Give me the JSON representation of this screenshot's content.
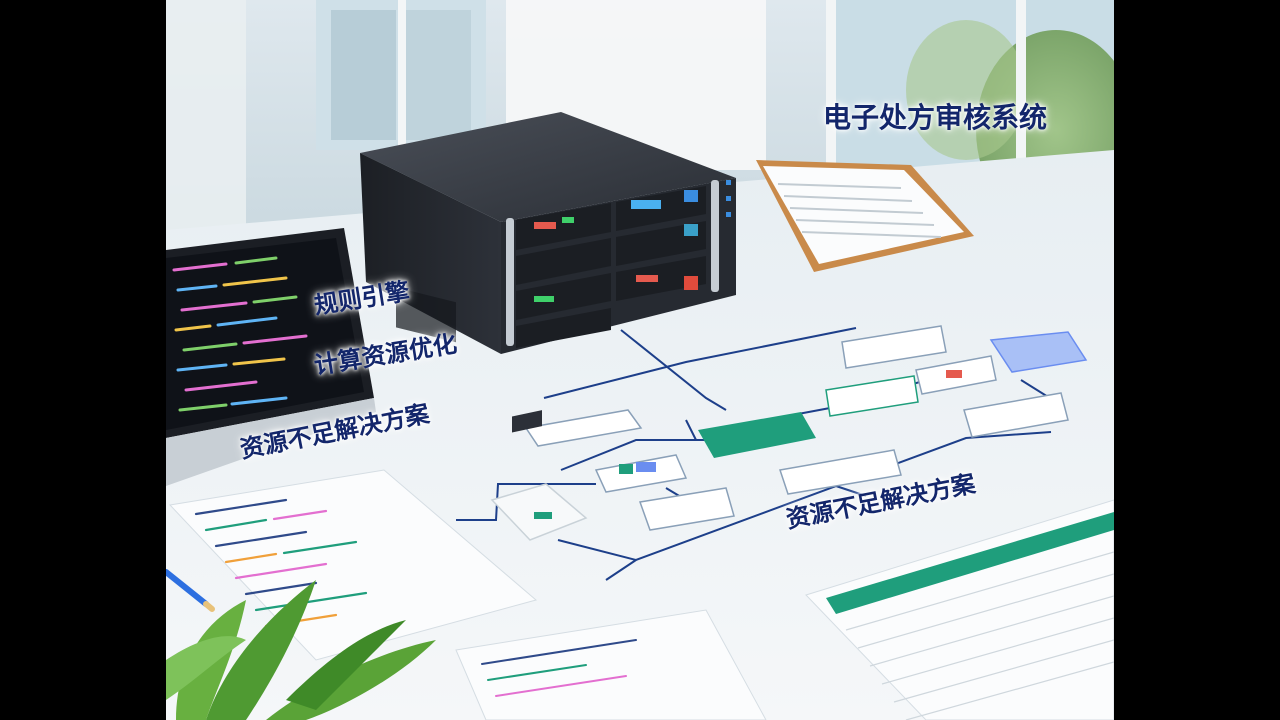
{
  "scene": {
    "title": "电子处方审核系统",
    "labels": {
      "rule_engine": "规则引擎",
      "compute_optimization": "计算资源优化",
      "solution_left": "资源不足解决方案",
      "solution_right": "资源不足解决方案"
    },
    "colors": {
      "label_text": "#13266b",
      "flow_line": "#1d3f8a",
      "accent_green": "#1f9e7c",
      "accent_blue": "#6a8df0",
      "server_body": "#2c3038"
    },
    "icons": [
      "server-rack-icon",
      "laptop-code-icon",
      "flowchart-diagram-icon",
      "clipboard-icon",
      "plant-icon",
      "pencil-icon",
      "device-icon",
      "spreadsheet-icon"
    ]
  }
}
